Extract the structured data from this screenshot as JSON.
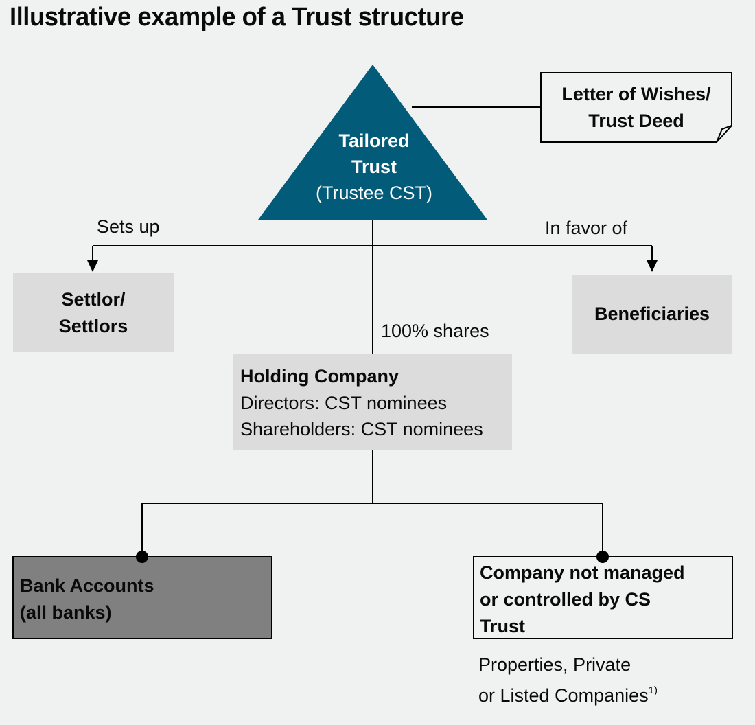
{
  "title": "Illustrative example of a Trust structure",
  "colors": {
    "trust": "#025b79",
    "box_grey": "#dcdcdc",
    "bank_fill": "#808080",
    "background": "#f0f2f1"
  },
  "trust": {
    "line1": "Tailored",
    "line2": "Trust",
    "line3": "(Trustee CST)"
  },
  "document": {
    "line1": "Letter of Wishes/",
    "line2": "Trust Deed"
  },
  "labels": {
    "sets_up": "Sets up",
    "in_favor_of": "In favor of",
    "shares": "100% shares"
  },
  "settlor": {
    "line1": "Settlor/",
    "line2": "Settlors"
  },
  "beneficiaries": {
    "label": "Beneficiaries"
  },
  "holding": {
    "name": "Holding Company",
    "directors": "Directors: CST nominees",
    "shareholders": "Shareholders: CST nominees"
  },
  "bank": {
    "line1": "Bank Accounts",
    "line2": "(all banks)"
  },
  "company": {
    "line1": "Company not managed",
    "line2": "or controlled by CS",
    "line3": "Trust"
  },
  "company_note": {
    "line1": "Properties, Private",
    "line2": "or Listed Companies",
    "footnote": "1)"
  }
}
